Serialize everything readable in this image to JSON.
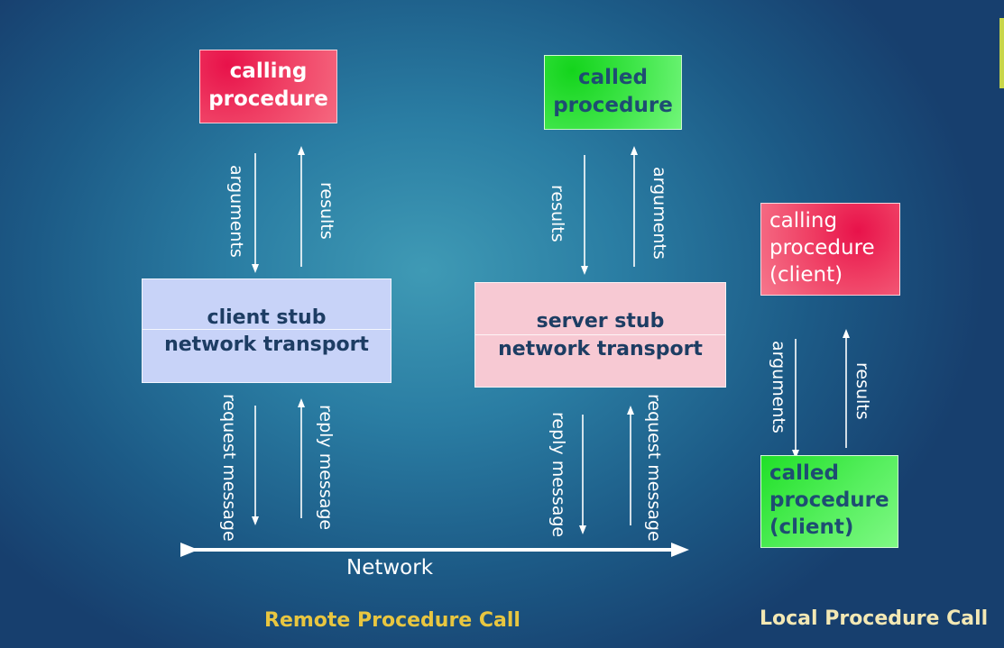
{
  "rpc": {
    "calling_line1": "calling",
    "calling_line2": "procedure",
    "called_line1": "called",
    "called_line2": "procedure",
    "client_stub": "client stub",
    "client_transport": "network transport",
    "server_stub": "server stub",
    "server_transport": "network transport",
    "left_arguments": "arguments",
    "left_results": "results",
    "right_results": "results",
    "right_arguments": "arguments",
    "request_left": "request message",
    "reply_left": "reply message",
    "reply_right": "reply message",
    "request_right": "request message",
    "network": "Network",
    "caption": "Remote Procedure Call"
  },
  "local": {
    "calling_line1": "calling",
    "calling_line2": "procedure",
    "calling_line3": "(client)",
    "called_line1": "called",
    "called_line2": "procedure",
    "called_line3": "(client)",
    "arguments": "arguments",
    "results": "results",
    "caption": "Local Procedure Call"
  },
  "colors": {
    "caption_yellow": "#e8c640",
    "caption_light": "#f3e8b4",
    "dark_text": "#1d3d63",
    "green_text": "#1e4d72"
  }
}
